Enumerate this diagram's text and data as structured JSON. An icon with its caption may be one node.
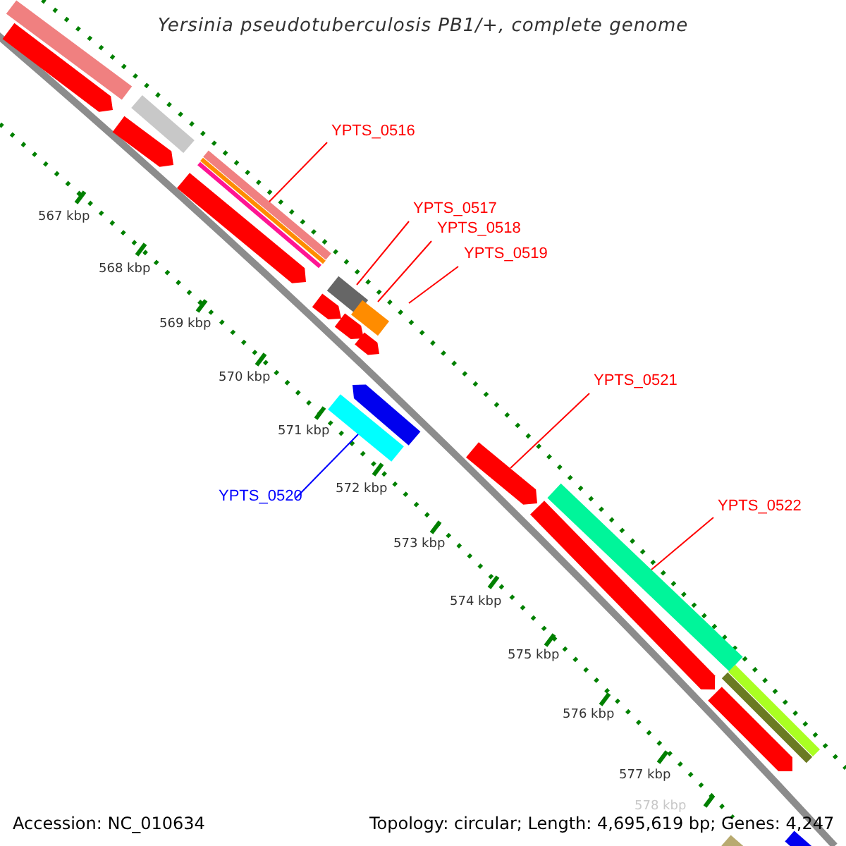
{
  "diagram": {
    "title": "Yersinia pseudotuberculosis PB1/+, complete genome",
    "nodes": [
      {
        "text": [
          "YPTS_0516"
        ]
      },
      {
        "text": [],
        "shape": "bar"
      },
      {
        "text": [
          "YPTS_0517"
        ]
      },
      {
        "text": [],
        "shape": "bar"
      },
      {
        "text": [
          "YPTS_0518"
        ]
      },
      {
        "text": [],
        "shape": "bar"
      },
      {
        "text": [
          "YPTS_0519"
        ]
      },
      {
        "text": [
          "YPTS_0521"
        ]
      },
      {
        "text": [],
        "shape": "bar"
      },
      {
        "text": [
          "YPTS_0520"
        ]
      },
      {
        "text": [],
        "shape": "bar"
      },
      {
        "text": [
          "YPTS_0522"
        ]
      },
      {
        "text": [],
        "shape": "bar"
      },
      {
        "text": [],
        "shape": "bar"
      },
      {
        "text": [],
        "shape": "bar"
      },
      {
        "text": [],
        "shape": "bar"
      },
      {
        "text": [],
        "shape": "bar"
      },
      {
        "text": [],
        "shape": "bar"
      },
      {
        "text": [],
        "shape": "bar"
      },
      {
        "text": [],
        "shape": "bar"
      },
      {
        "text": [],
        "shape": "bar"
      },
      {
        "text": [],
        "shape": "bar"
      },
      {
        "text": [],
        "shape": "bar"
      },
      {
        "text": [],
        "shape": "bar"
      },
      {
        "text": [],
        "shape": "bar"
      },
      {
        "text": [],
        "shape": "bar"
      },
      {
        "text": [],
        "shape": "bar"
      }
    ],
    "edges": [
      {
        "from": 0,
        "to": 1,
        "arrow": "none"
      },
      {
        "from": 2,
        "to": 3,
        "arrow": "none"
      },
      {
        "from": 4,
        "to": 5,
        "arrow": "none"
      },
      {
        "from": 6,
        "to": null,
        "arrow": "none"
      },
      {
        "from": 7,
        "to": 8,
        "arrow": "none"
      },
      {
        "from": 9,
        "to": 10,
        "arrow": "none",
        "color": "#0000ff"
      },
      {
        "from": 11,
        "to": 12,
        "arrow": "none"
      }
    ],
    "labels": [
      "567 kbp",
      "568 kbp",
      "569 kbp",
      "570 kbp",
      "571 kbp",
      "572 kbp",
      "573 kbp",
      "574 kbp",
      "575 kbp",
      "576 kbp",
      "577 kbp",
      "578 kbp",
      "Accession: NC_010634",
      "Topology: circular; Length: 4,695,619 bp; Genes: 4,247"
    ]
  }
}
